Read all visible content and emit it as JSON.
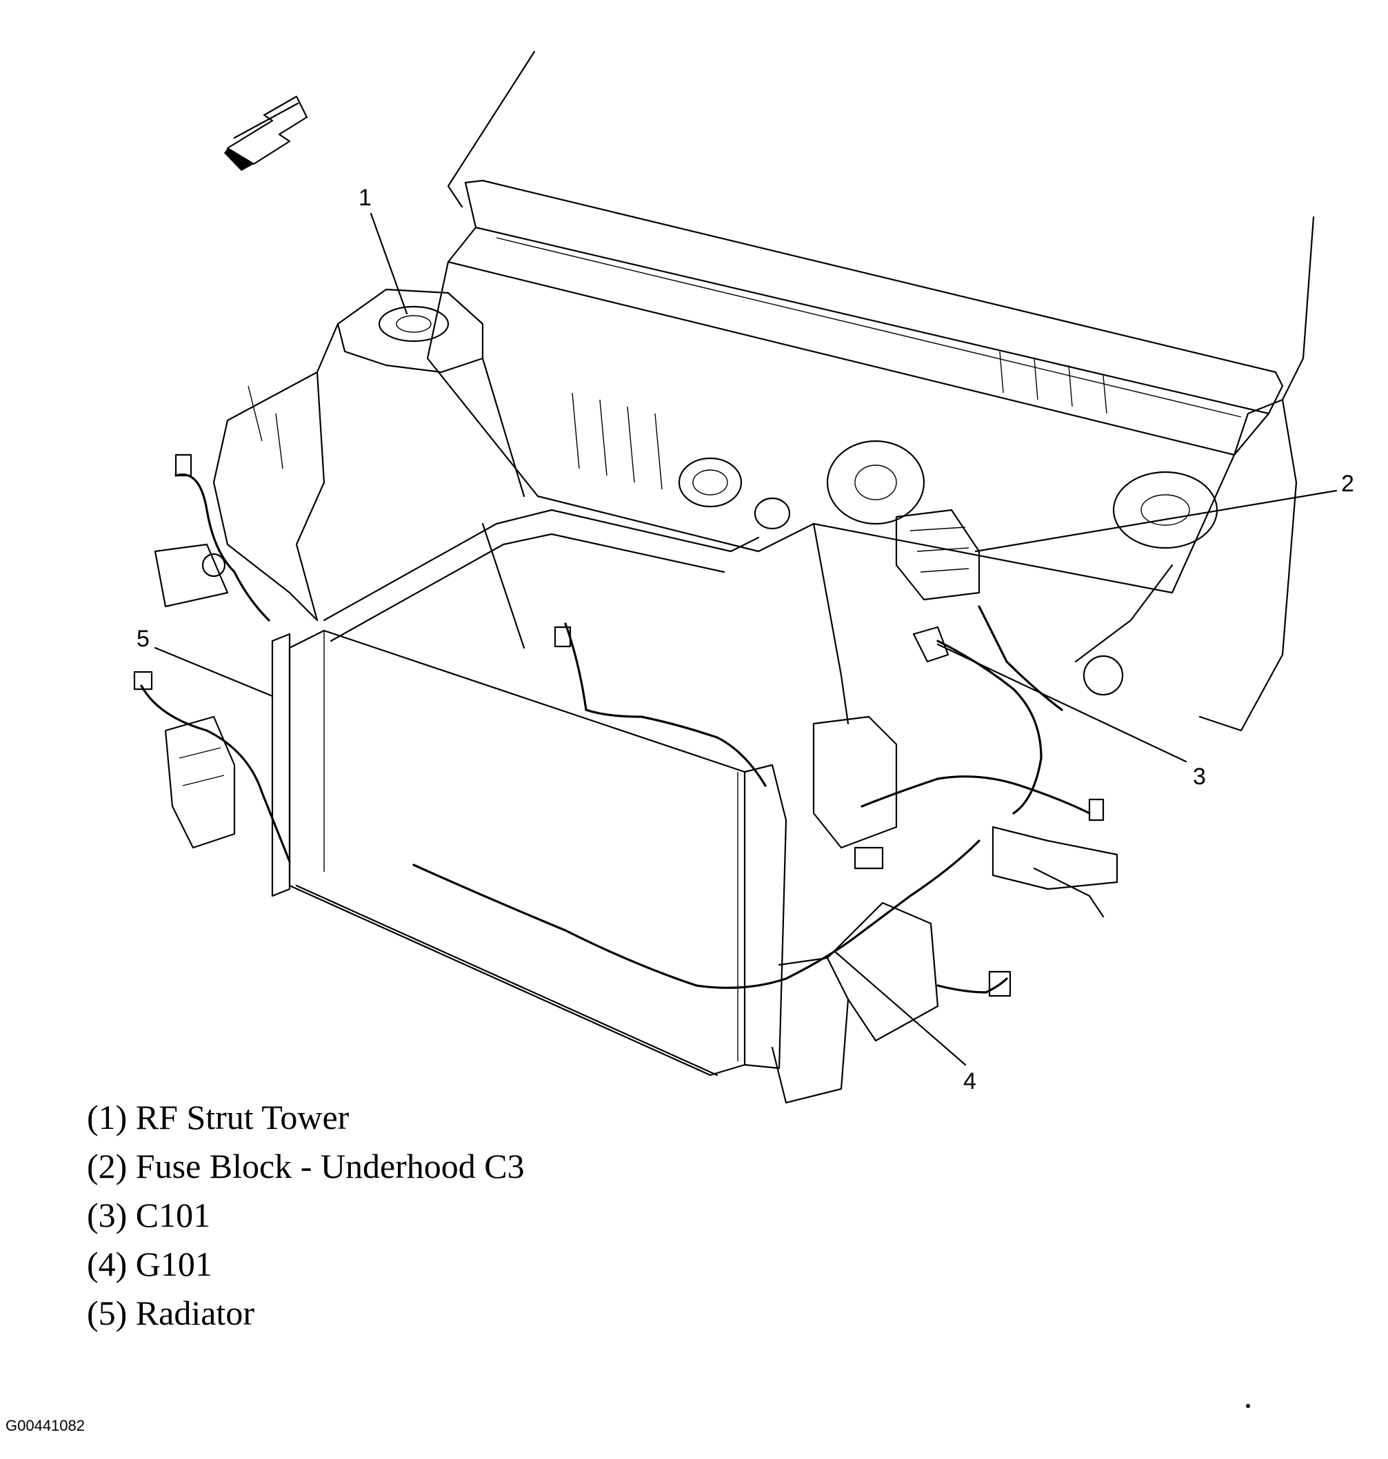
{
  "callouts": [
    {
      "id": "1",
      "label": "1"
    },
    {
      "id": "2",
      "label": "2"
    },
    {
      "id": "3",
      "label": "3"
    },
    {
      "id": "4",
      "label": "4"
    },
    {
      "id": "5",
      "label": "5"
    }
  ],
  "legend": [
    "(1) RF Strut Tower",
    "(2) Fuse Block - Underhood C3",
    "(3) C101",
    "(4) G101",
    "(5) Radiator"
  ],
  "figure_id": "G00441082",
  "icons": {
    "direction_arrow": "front-direction-arrow-icon"
  }
}
